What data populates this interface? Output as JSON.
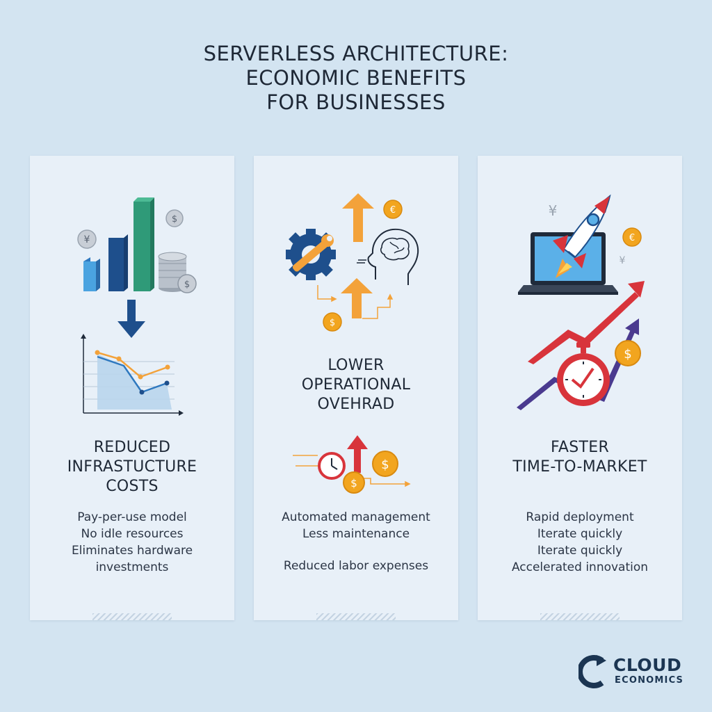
{
  "title": {
    "lines": [
      "SERVERLESS ARCHITECTURE:",
      "ECONOMIC BENEFITS",
      "FOR BUSINESSES"
    ]
  },
  "cards": [
    {
      "heading": [
        "REDUCED",
        "INFRASTUCTURE",
        "COSTS"
      ],
      "bullets": [
        "Pay-per-use model",
        "No idle resources",
        "Eliminates hardware",
        "investments"
      ]
    },
    {
      "heading": [
        "LOWER",
        "OPERATIONAL",
        "OVEHRAD"
      ],
      "bullets": [
        "Automated management",
        "Less maintenance",
        "",
        "Reduced labor expenses"
      ]
    },
    {
      "heading": [
        "FASTER",
        "TIME-TO-MARKET"
      ],
      "bullets": [
        "Rapid deployment",
        "Iterate quickly",
        "Iterate quickly",
        "Accelerated innovation"
      ]
    }
  ],
  "symbols": {
    "yen": "¥",
    "dollar": "$",
    "euro": "€"
  },
  "logo": {
    "word1": "CLOUD",
    "word2": "ECONOMICS"
  },
  "colors": {
    "background": "#d3e4f1",
    "card": "#e8f0f8",
    "navy": "#1e4f8c",
    "teal": "#2f9a78",
    "orange": "#f3a23a",
    "red": "#d8343b",
    "gold": "#f2a51f"
  }
}
